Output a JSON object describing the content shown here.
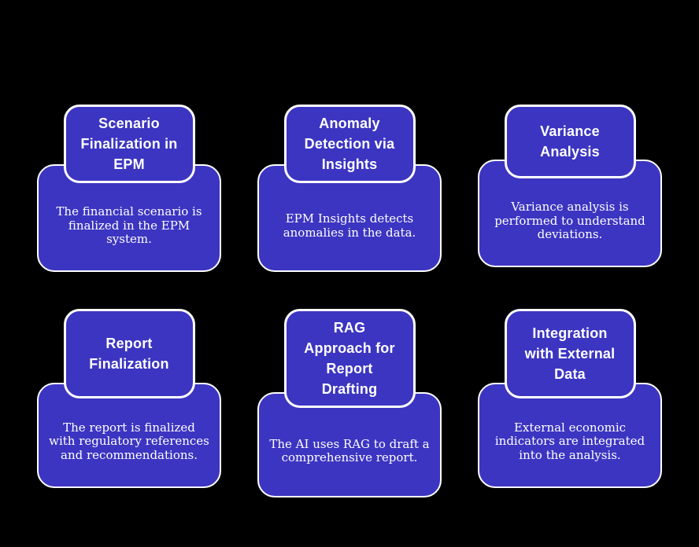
{
  "canvas": {
    "background_color": "#000000"
  },
  "theme": {
    "card_fill_color": "#3c35c1",
    "card_border_color": "#ffffff",
    "text_color": "#ffffff"
  },
  "diagram": {
    "cards": [
      {
        "title": "Scenario\nFinalization in\nEPM",
        "description": "The financial scenario is\nfinalized in the EPM\nsystem."
      },
      {
        "title": "Anomaly\nDetection via\nInsights",
        "description": "EPM Insights detects\nanomalies in the data."
      },
      {
        "title": "Variance\nAnalysis",
        "description": "Variance analysis is\nperformed to understand\ndeviations."
      },
      {
        "title": "Report\nFinalization",
        "description": "The report is finalized\nwith regulatory references\nand recommendations."
      },
      {
        "title": "RAG\nApproach for\nReport\nDrafting",
        "description": "The AI uses RAG to draft a\ncomprehensive report."
      },
      {
        "title": "Integration\nwith External\nData",
        "description": "External economic\nindicators are integrated\ninto the analysis."
      }
    ]
  }
}
